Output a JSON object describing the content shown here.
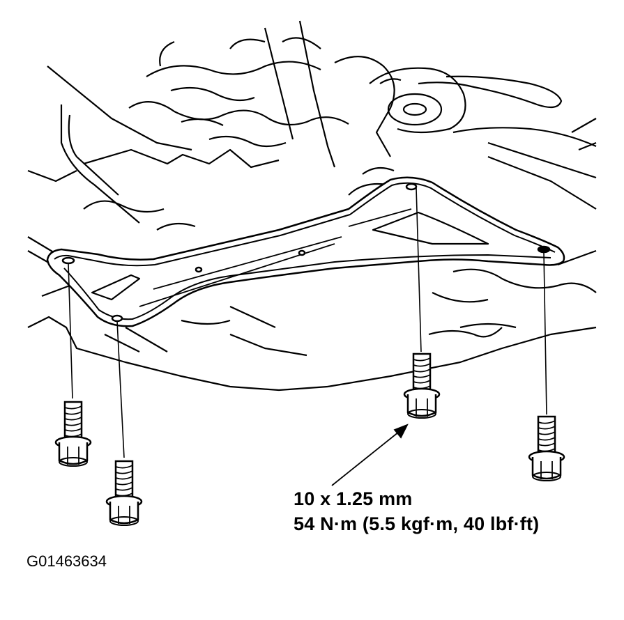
{
  "diagram": {
    "part": "rear-frame-stiffener",
    "bolt_count": 4,
    "callout": {
      "size_label": "10 x 1.25 mm",
      "torque_label": "54 N·m (5.5 kgf·m, 40 lbf·ft)"
    },
    "figure_id": "G01463634",
    "colors": {
      "line": "#000000",
      "background": "#ffffff"
    }
  }
}
